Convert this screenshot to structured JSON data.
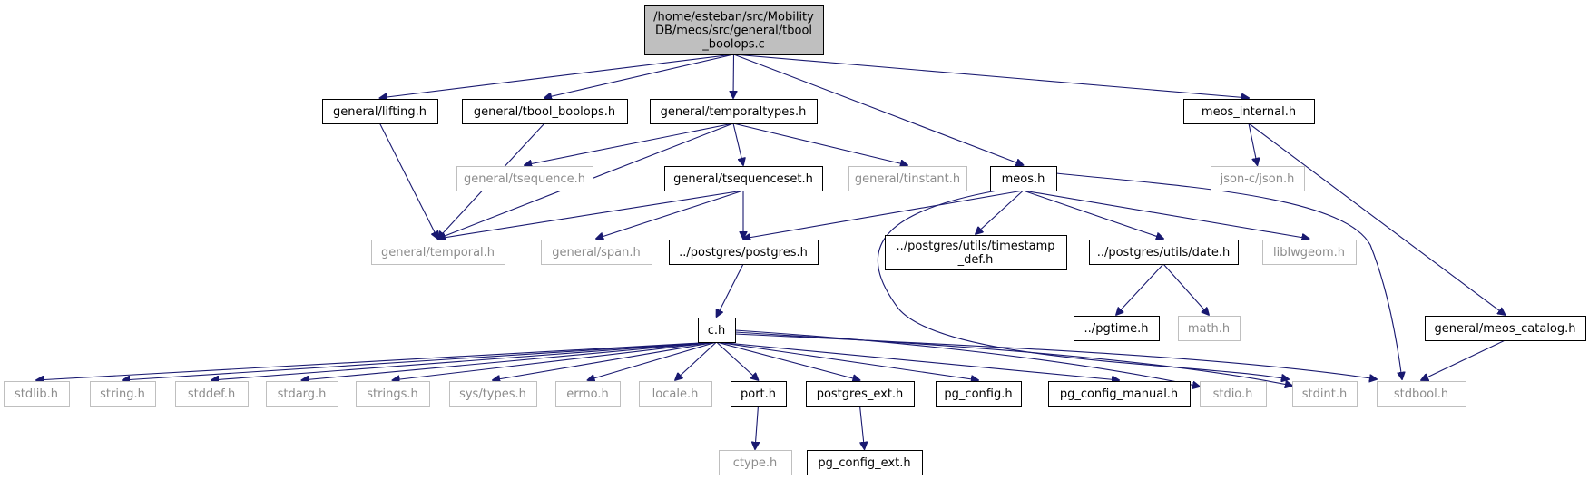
{
  "diagram": {
    "nodes": [
      {
        "id": "root",
        "lines": [
          "/home/esteban/src/Mobility",
          "DB/meos/src/general/tbool",
          "_boolops.c"
        ],
        "kind": "root"
      },
      {
        "id": "lifting",
        "lines": [
          "general/lifting.h"
        ],
        "kind": "local"
      },
      {
        "id": "tbool_boolops_h",
        "lines": [
          "general/tbool_boolops.h"
        ],
        "kind": "local"
      },
      {
        "id": "temporaltypes",
        "lines": [
          "general/temporaltypes.h"
        ],
        "kind": "local"
      },
      {
        "id": "meos_internal",
        "lines": [
          "meos_internal.h"
        ],
        "kind": "local"
      },
      {
        "id": "tsequence",
        "lines": [
          "general/tsequence.h"
        ],
        "kind": "external"
      },
      {
        "id": "tsequenceset",
        "lines": [
          "general/tsequenceset.h"
        ],
        "kind": "local"
      },
      {
        "id": "tinstant",
        "lines": [
          "general/tinstant.h"
        ],
        "kind": "external"
      },
      {
        "id": "meos",
        "lines": [
          "meos.h"
        ],
        "kind": "local"
      },
      {
        "id": "json",
        "lines": [
          "json-c/json.h"
        ],
        "kind": "external"
      },
      {
        "id": "temporal",
        "lines": [
          "general/temporal.h"
        ],
        "kind": "external"
      },
      {
        "id": "span",
        "lines": [
          "general/span.h"
        ],
        "kind": "external"
      },
      {
        "id": "postgres",
        "lines": [
          "../postgres/postgres.h"
        ],
        "kind": "local"
      },
      {
        "id": "timestamp_def",
        "lines": [
          "../postgres/utils/timestamp",
          "_def.h"
        ],
        "kind": "local"
      },
      {
        "id": "date",
        "lines": [
          "../postgres/utils/date.h"
        ],
        "kind": "local"
      },
      {
        "id": "liblwgeom",
        "lines": [
          "liblwgeom.h"
        ],
        "kind": "external"
      },
      {
        "id": "pgtime",
        "lines": [
          "../pgtime.h"
        ],
        "kind": "local"
      },
      {
        "id": "math",
        "lines": [
          "math.h"
        ],
        "kind": "external"
      },
      {
        "id": "meos_catalog",
        "lines": [
          "general/meos_catalog.h"
        ],
        "kind": "local"
      },
      {
        "id": "c",
        "lines": [
          "c.h"
        ],
        "kind": "local"
      },
      {
        "id": "stdlib",
        "lines": [
          "stdlib.h"
        ],
        "kind": "external"
      },
      {
        "id": "string",
        "lines": [
          "string.h"
        ],
        "kind": "external"
      },
      {
        "id": "stddef",
        "lines": [
          "stddef.h"
        ],
        "kind": "external"
      },
      {
        "id": "stdarg",
        "lines": [
          "stdarg.h"
        ],
        "kind": "external"
      },
      {
        "id": "strings",
        "lines": [
          "strings.h"
        ],
        "kind": "external"
      },
      {
        "id": "systypes",
        "lines": [
          "sys/types.h"
        ],
        "kind": "external"
      },
      {
        "id": "errno",
        "lines": [
          "errno.h"
        ],
        "kind": "external"
      },
      {
        "id": "locale",
        "lines": [
          "locale.h"
        ],
        "kind": "external"
      },
      {
        "id": "port",
        "lines": [
          "port.h"
        ],
        "kind": "local"
      },
      {
        "id": "postgres_ext",
        "lines": [
          "postgres_ext.h"
        ],
        "kind": "local"
      },
      {
        "id": "pg_config",
        "lines": [
          "pg_config.h"
        ],
        "kind": "local"
      },
      {
        "id": "pg_config_manual",
        "lines": [
          "pg_config_manual.h"
        ],
        "kind": "local"
      },
      {
        "id": "stdio",
        "lines": [
          "stdio.h"
        ],
        "kind": "external"
      },
      {
        "id": "stdint",
        "lines": [
          "stdint.h"
        ],
        "kind": "external"
      },
      {
        "id": "stdbool",
        "lines": [
          "stdbool.h"
        ],
        "kind": "external"
      },
      {
        "id": "ctype",
        "lines": [
          "ctype.h"
        ],
        "kind": "external"
      },
      {
        "id": "pg_config_ext",
        "lines": [
          "pg_config_ext.h"
        ],
        "kind": "local"
      }
    ],
    "edges": [
      [
        "root",
        "lifting"
      ],
      [
        "root",
        "tbool_boolops_h"
      ],
      [
        "root",
        "temporaltypes"
      ],
      [
        "root",
        "meos"
      ],
      [
        "root",
        "meos_internal"
      ],
      [
        "lifting",
        "temporal"
      ],
      [
        "tbool_boolops_h",
        "temporal"
      ],
      [
        "temporaltypes",
        "tsequence"
      ],
      [
        "temporaltypes",
        "temporal"
      ],
      [
        "temporaltypes",
        "tsequenceset"
      ],
      [
        "temporaltypes",
        "tinstant"
      ],
      [
        "tsequenceset",
        "temporal"
      ],
      [
        "tsequenceset",
        "span"
      ],
      [
        "tsequenceset",
        "postgres"
      ],
      [
        "meos",
        "postgres"
      ],
      [
        "meos",
        "timestamp_def"
      ],
      [
        "meos",
        "date"
      ],
      [
        "meos",
        "liblwgeom"
      ],
      [
        "meos",
        "stdbool"
      ],
      [
        "meos",
        "stdint"
      ],
      [
        "meos_internal",
        "json"
      ],
      [
        "meos_internal",
        "meos_catalog"
      ],
      [
        "postgres",
        "c"
      ],
      [
        "date",
        "pgtime"
      ],
      [
        "date",
        "math"
      ],
      [
        "meos_catalog",
        "stdbool"
      ],
      [
        "c",
        "stdlib"
      ],
      [
        "c",
        "string"
      ],
      [
        "c",
        "stddef"
      ],
      [
        "c",
        "stdarg"
      ],
      [
        "c",
        "strings"
      ],
      [
        "c",
        "systypes"
      ],
      [
        "c",
        "errno"
      ],
      [
        "c",
        "locale"
      ],
      [
        "c",
        "port"
      ],
      [
        "c",
        "postgres_ext"
      ],
      [
        "c",
        "pg_config"
      ],
      [
        "c",
        "pg_config_manual"
      ],
      [
        "c",
        "stdio"
      ],
      [
        "c",
        "stdint"
      ],
      [
        "c",
        "stdbool"
      ],
      [
        "port",
        "ctype"
      ],
      [
        "postgres_ext",
        "pg_config_ext"
      ]
    ]
  }
}
